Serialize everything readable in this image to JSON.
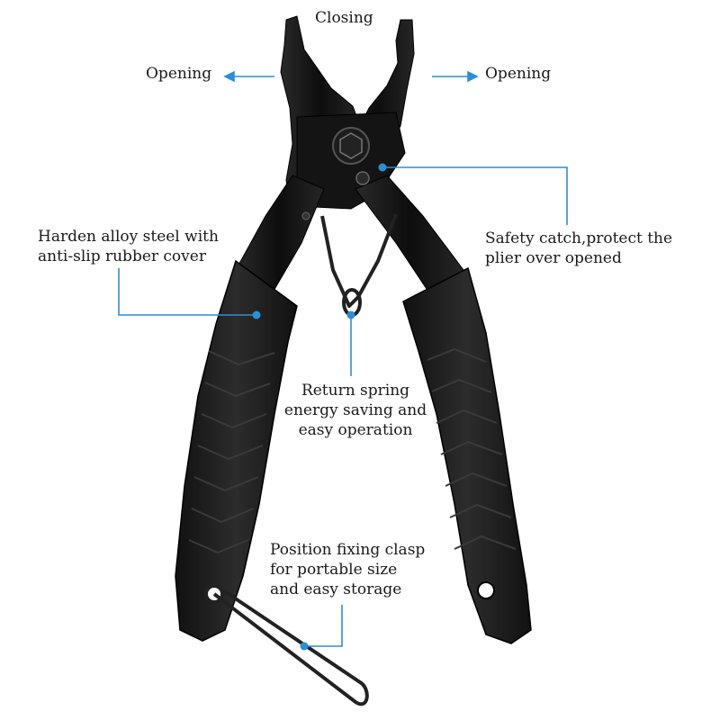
{
  "labels": {
    "closing": "Closing",
    "opening_left": "Opening",
    "opening_right": "Opening",
    "safety": [
      "Safety catch,protect the",
      "plier over opened"
    ],
    "steel": [
      "Harden alloy steel with",
      "anti-slip rubber cover"
    ],
    "spring": [
      "Return spring",
      "energy saving and",
      "easy operation"
    ],
    "clasp": [
      "Position fixing clasp",
      "for portable size",
      "and easy storage"
    ]
  },
  "colors": {
    "callout": "#2b8fd6",
    "tool_metal": "#151515",
    "grip": "#1e1e1e",
    "grip_rib": "#3a3a3a"
  }
}
